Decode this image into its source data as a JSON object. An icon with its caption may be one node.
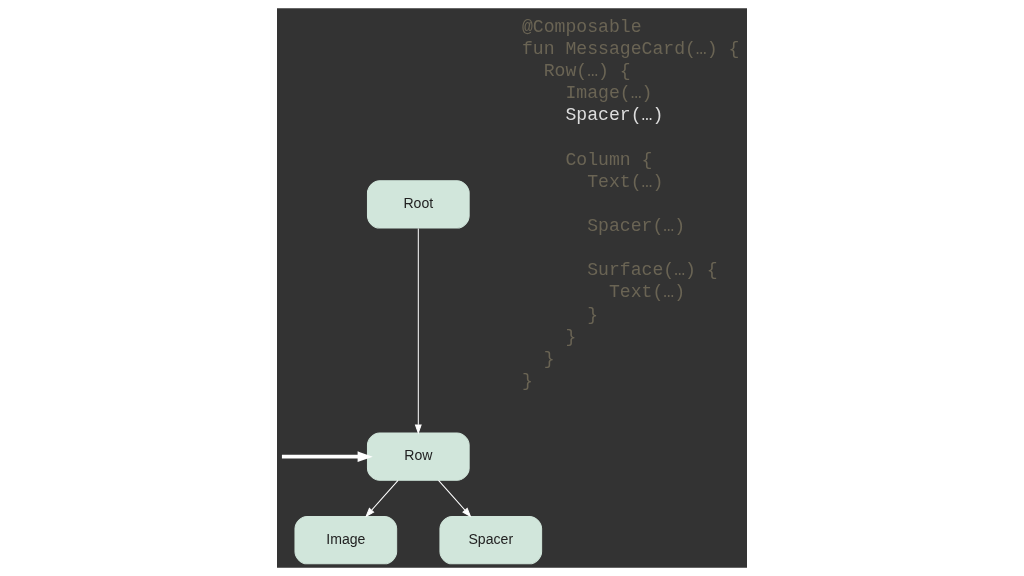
{
  "diagram": {
    "nodes": [
      {
        "text": [
          "Root"
        ]
      },
      {
        "text": [
          "Row"
        ]
      },
      {
        "text": [
          "Image"
        ]
      },
      {
        "text": [
          "Spacer"
        ]
      }
    ],
    "edges": [
      {
        "from": 0,
        "to": 1,
        "arrow": "to"
      },
      {
        "from": null,
        "to": 1,
        "arrow": "to",
        "style": "thick"
      },
      {
        "from": 1,
        "to": 2,
        "arrow": "to"
      },
      {
        "from": 1,
        "to": 3,
        "arrow": "to"
      }
    ],
    "labels": [
      "@Composable",
      "fun MessageCard(…) {",
      "Row(…) {",
      "Image(…)",
      "Spacer(…)",
      "Column {",
      "Text(…)",
      "Spacer(…)",
      "Surface(…) {",
      "Text(…)",
      "}",
      "}",
      "}",
      "}"
    ]
  }
}
